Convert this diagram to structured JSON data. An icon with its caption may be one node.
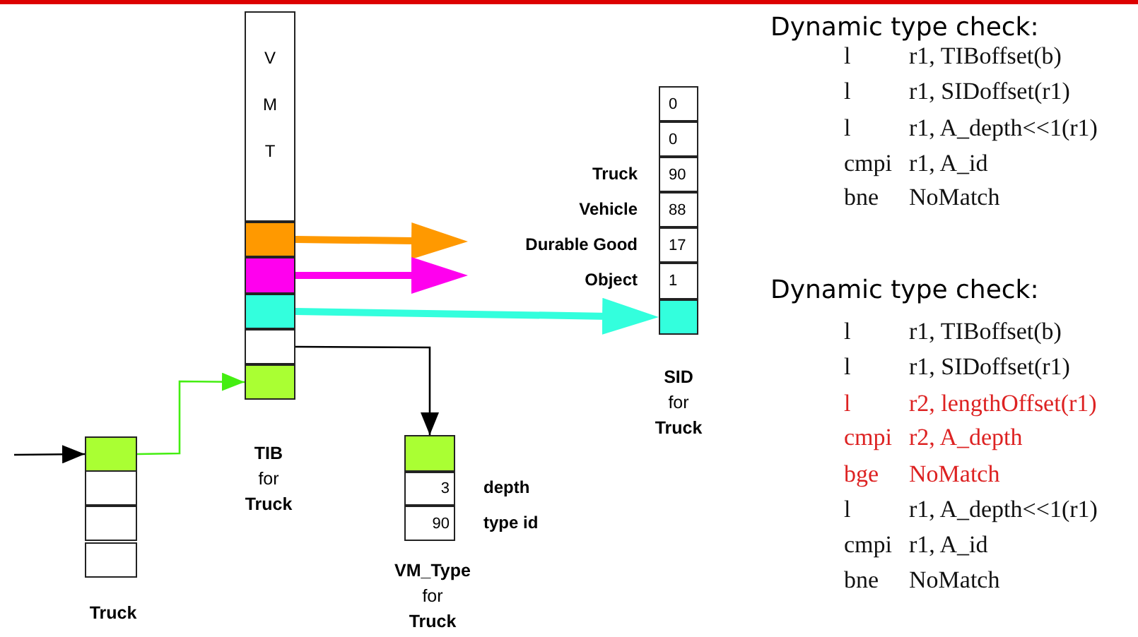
{
  "diagram": {
    "nodes": [
      {
        "text": [],
        "shape": "box"
      },
      {
        "text": [],
        "shape": "box"
      },
      {
        "text": [],
        "shape": "box"
      },
      {
        "text": [],
        "shape": "box"
      },
      {
        "text": [
          "V M T"
        ]
      },
      {
        "text": [],
        "shape": "box"
      },
      {
        "text": [],
        "shape": "box"
      },
      {
        "text": [],
        "shape": "box"
      },
      {
        "text": [],
        "shape": "box"
      },
      {
        "text": [],
        "shape": "box"
      },
      {
        "text": [
          "0"
        ]
      },
      {
        "text": [
          "0"
        ]
      },
      {
        "text": [
          "90"
        ],
        "beside": [
          "Truck"
        ]
      },
      {
        "text": [
          "88"
        ],
        "beside": [
          "Vehicle"
        ]
      },
      {
        "text": [
          "17"
        ],
        "beside": [
          "Durable Good"
        ]
      },
      {
        "text": [
          "1"
        ],
        "beside": [
          "Object"
        ]
      },
      {
        "text": [],
        "shape": "box"
      },
      {
        "text": [],
        "shape": "box"
      },
      {
        "text": [
          "3"
        ],
        "beside": [
          "depth"
        ]
      },
      {
        "text": [
          "90"
        ],
        "beside": [
          "type id"
        ]
      }
    ],
    "edges": [
      {
        "from": null,
        "to": 0,
        "arrow": "to"
      },
      {
        "from": 0,
        "to": 9,
        "arrow": "to",
        "color": "#44ee11"
      },
      {
        "from": 5,
        "to": null,
        "arrow": "to",
        "style": "thick",
        "color": "#ff9900"
      },
      {
        "from": 6,
        "to": null,
        "arrow": "to",
        "style": "thick",
        "color": "#ff00ee"
      },
      {
        "from": 7,
        "to": 16,
        "arrow": "to",
        "style": "thick",
        "color": "#33ffdd"
      },
      {
        "from": 8,
        "to": 17,
        "arrow": "to"
      }
    ],
    "labels": [
      "Truck",
      "**TIB** for **Truck**",
      "**SID** for **Truck**",
      "**VM_Type** for **Truck**",
      "Dynamic type check:",
      "l r1, TIBoffset(b)",
      "l r1, SIDoffset(r1)",
      "l r1, A_depth<<1(r1)",
      "cmpi r1, A_id",
      "bne NoMatch",
      "Dynamic type check:",
      "l r1, TIBoffset(b)",
      "l r1, SIDoffset(r1)",
      "l r2, lengthOffset(r1)",
      "cmpi r2, A_depth",
      "bge NoMatch",
      "l r1, A_depth<<1(r1)",
      "cmpi r1, A_id",
      "bne NoMatch"
    ]
  }
}
